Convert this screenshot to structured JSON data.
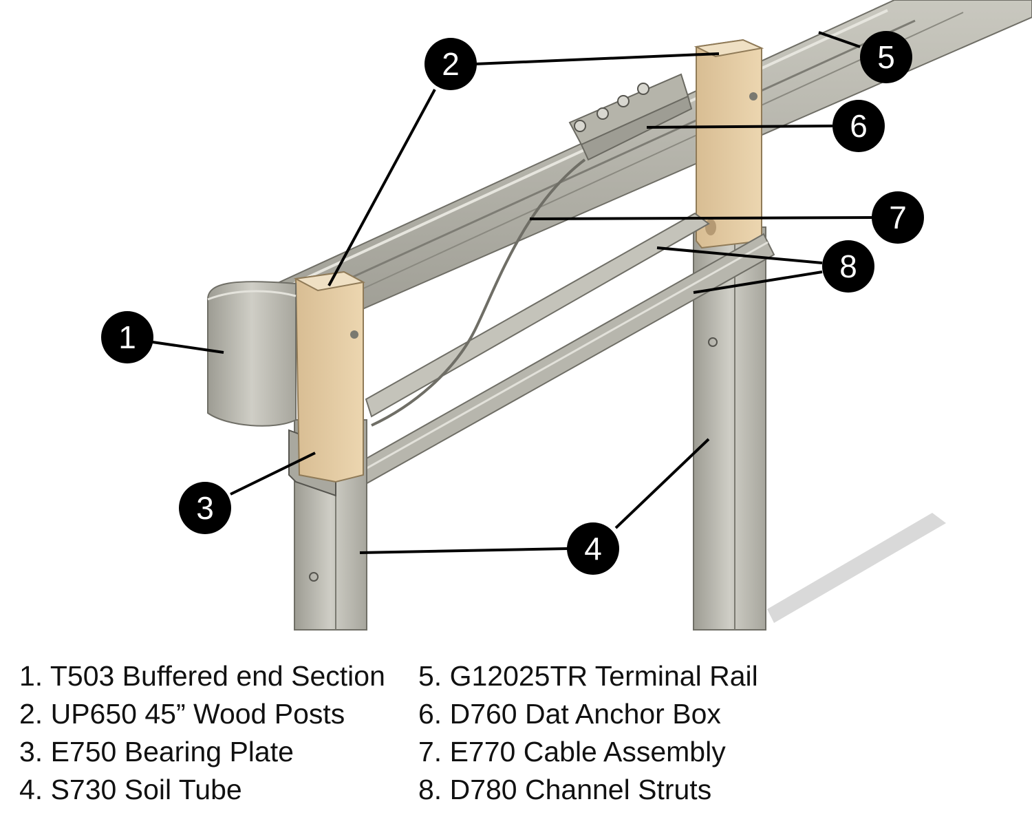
{
  "legend": [
    {
      "num": "1",
      "text": "1. T503 Buffered end Section"
    },
    {
      "num": "2",
      "text": "2. UP650 45” Wood Posts"
    },
    {
      "num": "3",
      "text": "3. E750 Bearing Plate"
    },
    {
      "num": "4",
      "text": "4. S730 Soil Tube"
    },
    {
      "num": "5",
      "text": "5. G12025TR Terminal Rail"
    },
    {
      "num": "6",
      "text": "6. D760 Dat Anchor Box"
    },
    {
      "num": "7",
      "text": "7. E770 Cable Assembly"
    },
    {
      "num": "8",
      "text": "8. D780 Channel Struts"
    }
  ],
  "callouts": {
    "c1": "1",
    "c2": "2",
    "c3": "3",
    "c4": "4",
    "c5": "5",
    "c6": "6",
    "c7": "7",
    "c8": "8"
  },
  "colors": {
    "steel": "#b9b8ad",
    "steel_dark": "#8f8e84",
    "wood": "#e6cda4",
    "wood_dark": "#c9ad85",
    "callout": "#000000"
  }
}
